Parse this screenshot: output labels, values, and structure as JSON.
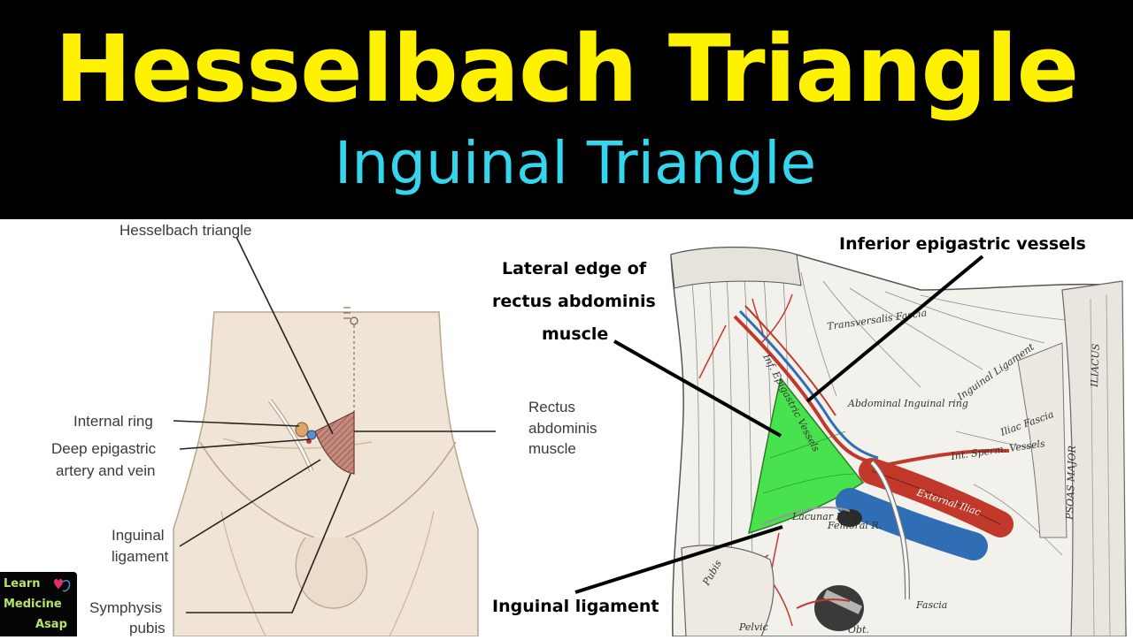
{
  "header": {
    "title": "Hesselbach Triangle",
    "subtitle": "Inguinal Triangle"
  },
  "left_diagram": {
    "labels": {
      "hesselbach_triangle": "Hesselbach triangle",
      "internal_ring": "Internal ring",
      "deep_epigastric_1": "Deep epigastric",
      "deep_epigastric_2": "artery and vein",
      "rectus_1": "Rectus",
      "rectus_2": "abdominis",
      "rectus_3": "muscle",
      "inguinal_1": "Inguinal",
      "inguinal_2": "ligament",
      "symphysis_1": "Symphysis",
      "symphysis_2": "pubis"
    }
  },
  "right_diagram": {
    "labels": {
      "inferior_epigastric": "Inferior epigastric vessels",
      "lateral_edge_1": "Lateral edge of",
      "lateral_edge_2": "rectus abdominis",
      "lateral_edge_3": "muscle",
      "inguinal_ligament": "Inguinal ligament"
    },
    "engraving_text": {
      "transversalis": "Transversalis Fascia",
      "inf_epig": "Inf. Epigastric Vessels",
      "inguinal_lig": "Inguinal Ligament",
      "iliac_fascia": "Iliac Fascia",
      "abdominal_ring": "Abdominal Inguinal ring",
      "int_sperm": "Int. Sperm. Vessels",
      "ext_iliac": "External Iliac",
      "femoral_r": "Femoral R.",
      "lacunar": "Lacunar Lig.",
      "pubis": "Pubis",
      "psoas": "PSOAS MAJOR",
      "iliacus": "ILIACUS",
      "pelvic": "Pelvic",
      "fascia": "Fascia",
      "obt": "Obt."
    },
    "colors": {
      "triangle_fill": "#49e24f",
      "artery": "#c0392b",
      "vein": "#2f6db5"
    }
  },
  "logo": {
    "line1": "Learn",
    "line2": "Medicine",
    "line3": "Asap",
    "heart_icon": "heart-stethoscope-icon"
  }
}
